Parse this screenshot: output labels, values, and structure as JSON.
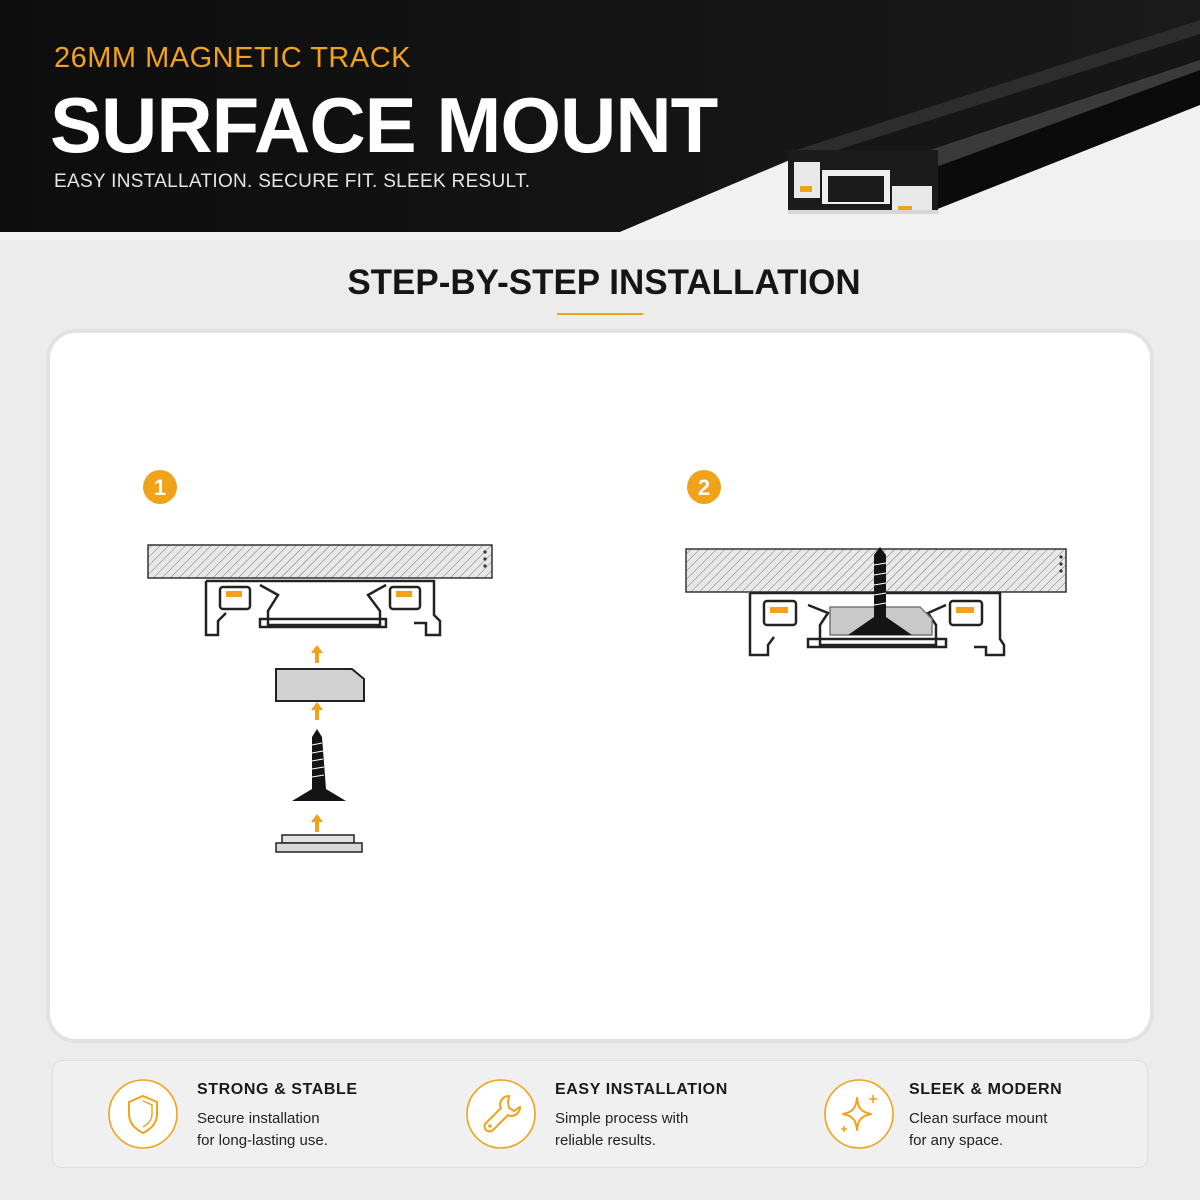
{
  "header": {
    "eyebrow": "26MM MAGNETIC TRACK",
    "title": "SURFACE MOUNT",
    "tagline": "EASY INSTALLATION. SECURE FIT. SLEEK RESULT."
  },
  "section": {
    "title": "STEP-BY-STEP INSTALLATION"
  },
  "steps": [
    {
      "number": "1"
    },
    {
      "number": "2"
    }
  ],
  "features": [
    {
      "icon": "shield-icon",
      "title": "STRONG & STABLE",
      "desc_line1": "Secure installation",
      "desc_line2": "for long-lasting use."
    },
    {
      "icon": "wrench-icon",
      "title": "EASY INSTALLATION",
      "desc_line1": "Simple process with",
      "desc_line2": "reliable results."
    },
    {
      "icon": "sparkle-icon",
      "title": "SLEEK & MODERN",
      "desc_line1": "Clean surface mount",
      "desc_line2": "for any space."
    }
  ],
  "colors": {
    "accent": "#f0a21b",
    "dark": "#111111",
    "background": "#ececec"
  }
}
